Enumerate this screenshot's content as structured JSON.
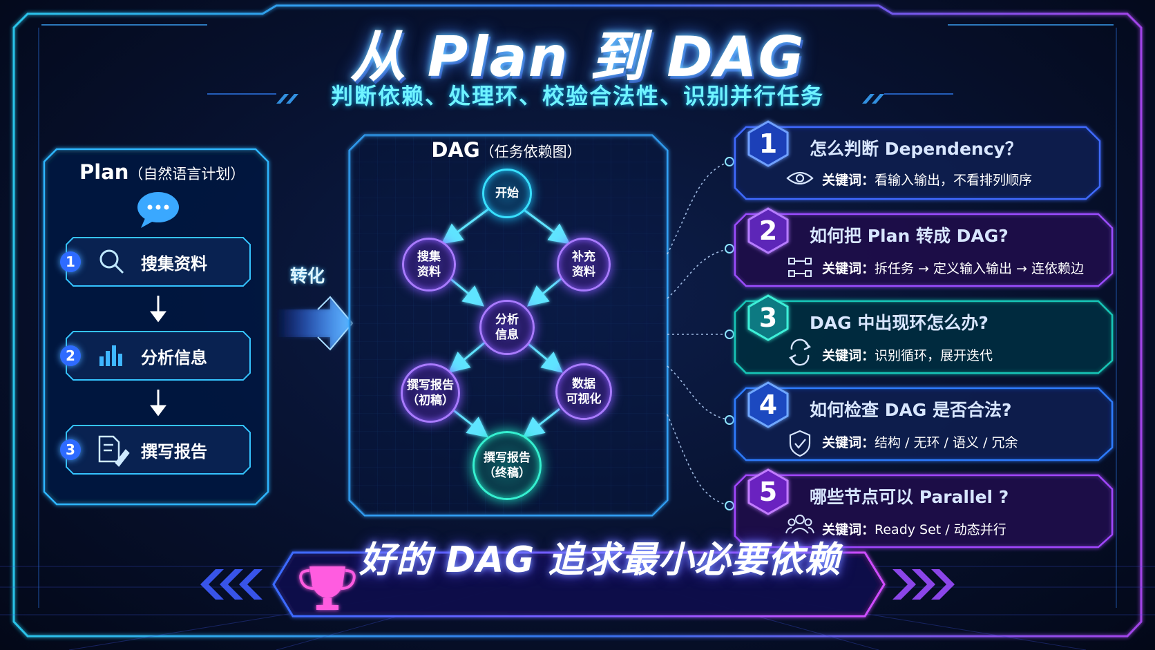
{
  "title": "从 Plan 到 DAG",
  "subtitle": "判断依赖、处理环、校验合法性、识别并行任务",
  "plan": {
    "title": "Plan",
    "subtitle": "（自然语言计划）",
    "steps": [
      {
        "num": "1",
        "label": "搜集资料",
        "icon": "search-icon"
      },
      {
        "num": "2",
        "label": "分析信息",
        "icon": "bar-chart-icon"
      },
      {
        "num": "3",
        "label": "撰写报告",
        "icon": "document-edit-icon"
      }
    ]
  },
  "convert_label": "转化",
  "dag": {
    "title": "DAG",
    "subtitle": "（任务依赖图）",
    "nodes": {
      "start": {
        "l1": "开始",
        "l2": ""
      },
      "collect": {
        "l1": "搜集",
        "l2": "资料"
      },
      "supplement": {
        "l1": "补充",
        "l2": "资料"
      },
      "analyze": {
        "l1": "分析",
        "l2": "信息"
      },
      "draft": {
        "l1": "撰写报告",
        "l2": "（初稿）"
      },
      "visualize": {
        "l1": "数据",
        "l2": "可视化"
      },
      "final": {
        "l1": "撰写报告",
        "l2": "（终稿）"
      }
    }
  },
  "questions": [
    {
      "num": "1",
      "title": "怎么判断 Dependency？",
      "key_label": "关键词：",
      "key_text": "看输入输出，不看排列顺序",
      "icon": "eye-icon",
      "color": "#3f6bff"
    },
    {
      "num": "2",
      "title": "如何把 Plan 转成 DAG?",
      "key_label": "关键词：",
      "key_text": "拆任务 → 定义输入输出 → 连依赖边",
      "icon": "flow-icon",
      "color": "#9b4dff"
    },
    {
      "num": "3",
      "title": "DAG 中出现环怎么办?",
      "key_label": "关键词：",
      "key_text": "识别循环，展开迭代",
      "icon": "refresh-icon",
      "color": "#19c7b8"
    },
    {
      "num": "4",
      "title": "如何检查 DAG 是否合法?",
      "key_label": "关键词：",
      "key_text": "结构 / 无环 / 语义 / 冗余",
      "icon": "shield-check-icon",
      "color": "#2f7bff"
    },
    {
      "num": "5",
      "title": "哪些节点可以 Parallel ?",
      "key_label": "关键词：",
      "key_text": "Ready Set / 动态并行",
      "icon": "users-icon",
      "color": "#a247ff"
    }
  ],
  "banner": {
    "text": "好的 DAG 追求最小必要依赖",
    "icon": "trophy-icon"
  }
}
